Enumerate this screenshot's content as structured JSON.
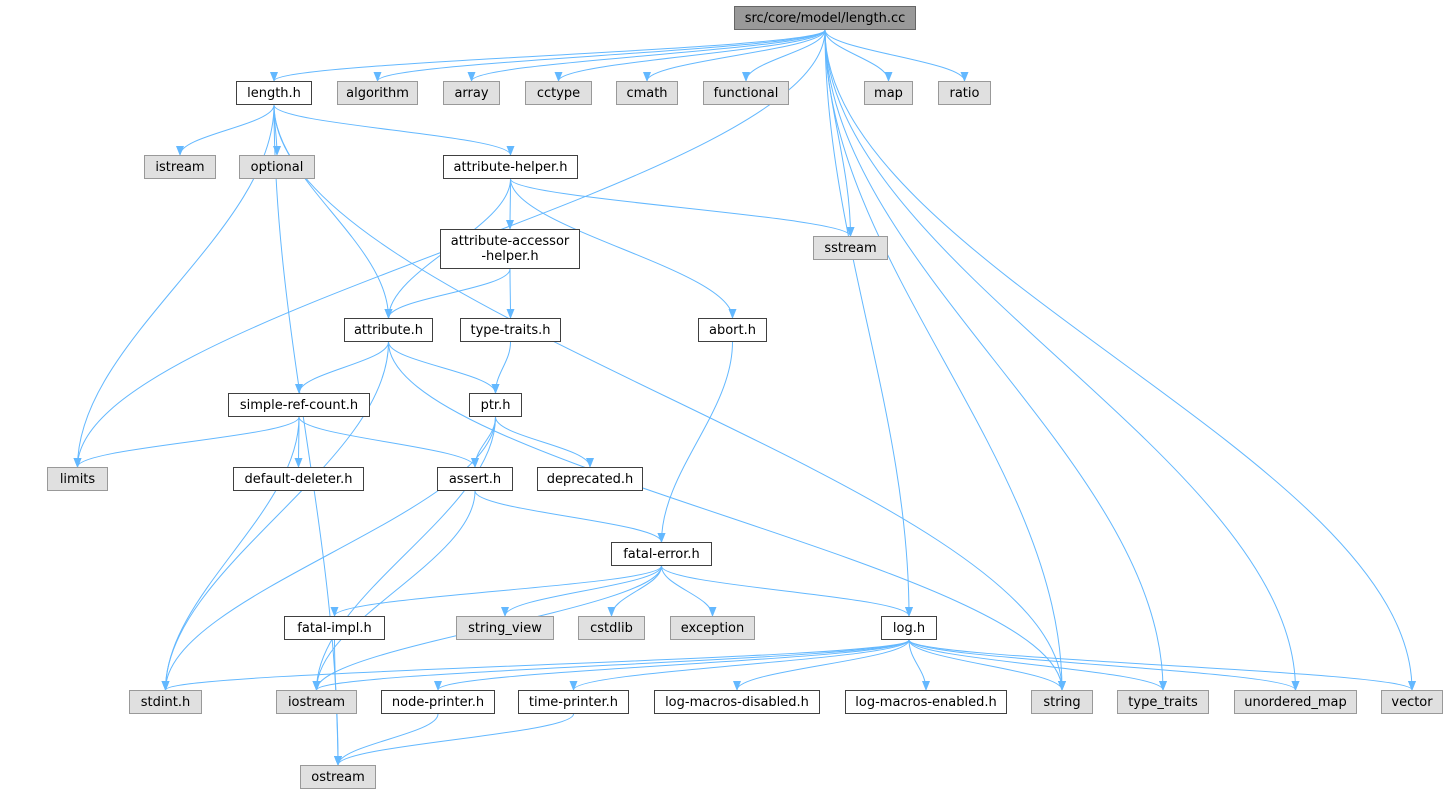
{
  "colors": {
    "edge": "#63b8ff",
    "root_fill": "#999999",
    "doc_fill": "#ffffff",
    "ext_fill": "#e0e0e0"
  },
  "nodes": {
    "root": "src/core/model/length.cc",
    "length_h": "length.h",
    "algorithm": "algorithm",
    "array": "array",
    "cctype": "cctype",
    "cmath": "cmath",
    "functional": "functional",
    "map": "map",
    "ratio": "ratio",
    "istream": "istream",
    "optional": "optional",
    "attribute_helper_h": "attribute-helper.h",
    "attribute_accessor_helper_h": "attribute-accessor\n-helper.h",
    "sstream": "sstream",
    "attribute_h": "attribute.h",
    "type_traits_h": "type-traits.h",
    "abort_h": "abort.h",
    "simple_ref_count_h": "simple-ref-count.h",
    "ptr_h": "ptr.h",
    "limits": "limits",
    "default_deleter_h": "default-deleter.h",
    "assert_h": "assert.h",
    "deprecated_h": "deprecated.h",
    "fatal_error_h": "fatal-error.h",
    "fatal_impl_h": "fatal-impl.h",
    "string_view": "string_view",
    "cstdlib": "cstdlib",
    "exception": "exception",
    "log_h": "log.h",
    "stdint_h": "stdint.h",
    "iostream": "iostream",
    "node_printer_h": "node-printer.h",
    "time_printer_h": "time-printer.h",
    "log_macros_disabled_h": "log-macros-disabled.h",
    "log_macros_enabled_h": "log-macros-enabled.h",
    "string": "string",
    "type_traits": "type_traits",
    "unordered_map": "unordered_map",
    "vector": "vector",
    "ostream": "ostream"
  },
  "edges": [
    [
      "root",
      "length_h"
    ],
    [
      "root",
      "algorithm"
    ],
    [
      "root",
      "array"
    ],
    [
      "root",
      "cctype"
    ],
    [
      "root",
      "cmath"
    ],
    [
      "root",
      "functional"
    ],
    [
      "root",
      "map"
    ],
    [
      "root",
      "ratio"
    ],
    [
      "root",
      "sstream"
    ],
    [
      "root",
      "limits"
    ],
    [
      "root",
      "log_h"
    ],
    [
      "root",
      "string"
    ],
    [
      "root",
      "type_traits"
    ],
    [
      "root",
      "unordered_map"
    ],
    [
      "root",
      "vector"
    ],
    [
      "length_h",
      "istream"
    ],
    [
      "length_h",
      "optional"
    ],
    [
      "length_h",
      "attribute_helper_h"
    ],
    [
      "length_h",
      "attribute_h"
    ],
    [
      "length_h",
      "limits"
    ],
    [
      "length_h",
      "ostream"
    ],
    [
      "length_h",
      "string"
    ],
    [
      "attribute_helper_h",
      "attribute_accessor_helper_h"
    ],
    [
      "attribute_helper_h",
      "sstream"
    ],
    [
      "attribute_helper_h",
      "abort_h"
    ],
    [
      "attribute_helper_h",
      "attribute_h"
    ],
    [
      "attribute_accessor_helper_h",
      "attribute_h"
    ],
    [
      "attribute_accessor_helper_h",
      "type_traits_h"
    ],
    [
      "attribute_h",
      "simple_ref_count_h"
    ],
    [
      "attribute_h",
      "ptr_h"
    ],
    [
      "attribute_h",
      "stdint_h"
    ],
    [
      "attribute_h",
      "string"
    ],
    [
      "type_traits_h",
      "ptr_h"
    ],
    [
      "abort_h",
      "fatal_error_h"
    ],
    [
      "simple_ref_count_h",
      "limits"
    ],
    [
      "simple_ref_count_h",
      "default_deleter_h"
    ],
    [
      "simple_ref_count_h",
      "assert_h"
    ],
    [
      "simple_ref_count_h",
      "stdint_h"
    ],
    [
      "ptr_h",
      "assert_h"
    ],
    [
      "ptr_h",
      "deprecated_h"
    ],
    [
      "ptr_h",
      "stdint_h"
    ],
    [
      "ptr_h",
      "iostream"
    ],
    [
      "assert_h",
      "fatal_error_h"
    ],
    [
      "assert_h",
      "iostream"
    ],
    [
      "fatal_error_h",
      "fatal_impl_h"
    ],
    [
      "fatal_error_h",
      "string_view"
    ],
    [
      "fatal_error_h",
      "cstdlib"
    ],
    [
      "fatal_error_h",
      "exception"
    ],
    [
      "fatal_error_h",
      "log_h"
    ],
    [
      "fatal_error_h",
      "iostream"
    ],
    [
      "fatal_impl_h",
      "ostream"
    ],
    [
      "log_h",
      "stdint_h"
    ],
    [
      "log_h",
      "iostream"
    ],
    [
      "log_h",
      "node_printer_h"
    ],
    [
      "log_h",
      "time_printer_h"
    ],
    [
      "log_h",
      "log_macros_disabled_h"
    ],
    [
      "log_h",
      "log_macros_enabled_h"
    ],
    [
      "log_h",
      "string"
    ],
    [
      "log_h",
      "type_traits"
    ],
    [
      "log_h",
      "unordered_map"
    ],
    [
      "log_h",
      "vector"
    ],
    [
      "node_printer_h",
      "ostream"
    ],
    [
      "time_printer_h",
      "ostream"
    ]
  ]
}
